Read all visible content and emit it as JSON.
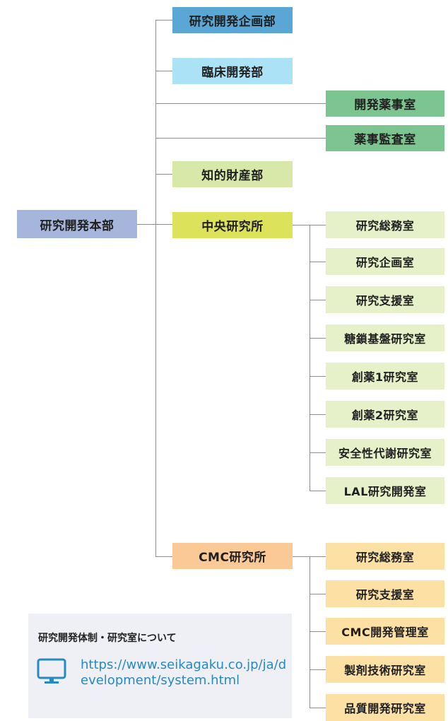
{
  "root": "研究開発本部",
  "divisions": {
    "rd_planning": "研究開発企画部",
    "clinical_dev": "臨床開発部",
    "dev_regulatory": "開発薬事室",
    "regulatory_audit": "薬事監査室",
    "ip": "知的財産部",
    "central_research": "中央研究所",
    "cmc_research": "CMC研究所"
  },
  "central_research_labs": [
    "研究総務室",
    "研究企画室",
    "研究支援室",
    "糖鎖基盤研究室",
    "創薬1研究室",
    "創薬2研究室",
    "安全性代謝研究室",
    "LAL研究開発室"
  ],
  "cmc_research_labs": [
    "研究総務室",
    "研究支援室",
    "CMC開発管理室",
    "製剤技術研究室",
    "品質開発研究室"
  ],
  "info": {
    "title": "研究開発体制・研究室について",
    "link": "https://www.seikagaku.co.jp/ja/development/system.html",
    "icon": "monitor-icon"
  },
  "colors": {
    "root": "#a6b5dc",
    "rd_planning": "#5aa7d6",
    "clinical": "#ace2f6",
    "regulatory": "#7cc591",
    "ip": "#d7e8a8",
    "central": "#dde25b",
    "central_lab": "#e6f0c9",
    "cmc": "#fac996",
    "cmc_lab": "#fce0a4",
    "link": "#2789c2"
  }
}
